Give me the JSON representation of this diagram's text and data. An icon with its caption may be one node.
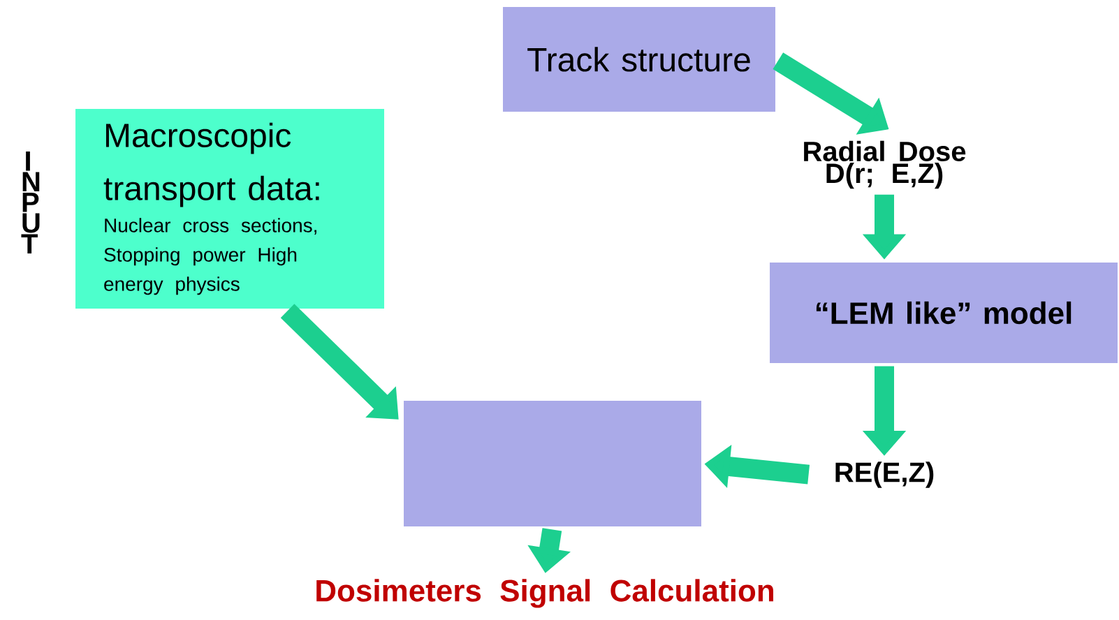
{
  "diagram": {
    "nodes": [
      {
        "text": [
          "Macroscopic transport data:",
          "Nuclear cross sections, Stopping power High energy physics"
        ]
      },
      {
        "text": [
          "Track structure"
        ]
      },
      {
        "text": [
          "Radial Dose D(r; E,Z)"
        ]
      },
      {
        "text": [
          "“LEM like” model"
        ]
      },
      {
        "text": [
          "RE(E,Z)"
        ]
      },
      {
        "text": [],
        "shape": "box"
      },
      {
        "text": [
          "Dosimeters Signal Calculation"
        ]
      }
    ],
    "edges": [
      {
        "from": 1,
        "to": 2,
        "arrow": "to"
      },
      {
        "from": 2,
        "to": 3,
        "arrow": "to"
      },
      {
        "from": 3,
        "to": 4,
        "arrow": "to"
      },
      {
        "from": 4,
        "to": 5,
        "arrow": "to"
      },
      {
        "from": 0,
        "to": 5,
        "arrow": "to"
      },
      {
        "from": 5,
        "to": 6,
        "arrow": "to"
      }
    ],
    "labels": [
      "I N P U T"
    ]
  }
}
